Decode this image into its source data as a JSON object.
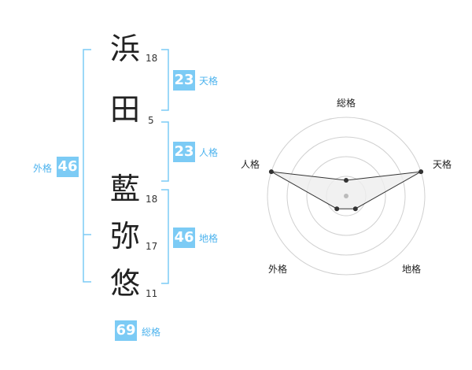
{
  "name_chars": [
    {
      "char": "浜",
      "strokes": "18"
    },
    {
      "char": "田",
      "strokes": "5"
    },
    {
      "char": "藍",
      "strokes": "18"
    },
    {
      "char": "弥",
      "strokes": "17"
    },
    {
      "char": "悠",
      "strokes": "11"
    }
  ],
  "fortune": {
    "tenkaku": {
      "label": "天格",
      "value": "23"
    },
    "jinkaku": {
      "label": "人格",
      "value": "23"
    },
    "chikaku": {
      "label": "地格",
      "value": "46"
    },
    "gaikaku": {
      "label": "外格",
      "value": "46"
    },
    "soukaku": {
      "label": "総格",
      "value": "69"
    }
  },
  "radar": {
    "labels": {
      "soukaku": "総格",
      "tenkaku": "天格",
      "chikaku": "地格",
      "gaikaku": "外格",
      "jinkaku": "人格"
    },
    "levels": {
      "soukaku": 0.2,
      "tenkaku": 1.0,
      "chikaku": 0.2,
      "gaikaku": 0.2,
      "jinkaku": 1.0
    },
    "ring_count": 4
  },
  "colors": {
    "accent": "#7ccbf5",
    "accent_text": "#4db3ee",
    "bracket": "#7ccbf5",
    "ring": "#d0d0d0",
    "polygon_fill": "#eeeeee",
    "polygon_stroke": "#333333",
    "point": "#333333",
    "center_dot": "#bbbbbb"
  }
}
